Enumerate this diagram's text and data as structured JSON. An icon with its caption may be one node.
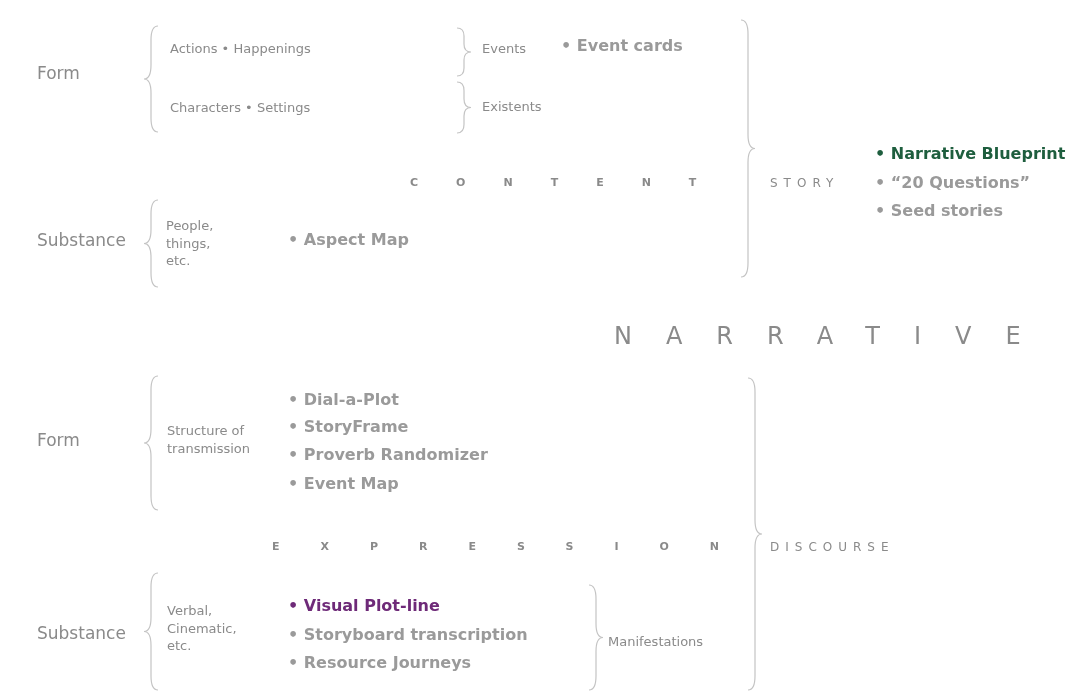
{
  "diagram": {
    "labels": [
      "Form",
      "Actions • Happenings",
      "Events",
      "• Event cards",
      "Characters • Settings",
      "Existents",
      "• Narrative Blueprint",
      "CONTENT",
      "STORY",
      "• “20 Questions”",
      "• Seed stories",
      "People, things, etc.",
      "Substance",
      "• Aspect Map",
      "NARRATIVE",
      "• Dial-a-Plot",
      "• StoryFrame",
      "Structure of transmission",
      "Form",
      "• Proverb Randomizer",
      "• Event Map",
      "EXPRESSION",
      "DISCOURSE",
      "• Visual Plot-line",
      "Verbal, Cinematic, etc.",
      "Substance",
      "• Storyboard transcription",
      "Manifestations",
      "• Resource Journeys"
    ]
  }
}
